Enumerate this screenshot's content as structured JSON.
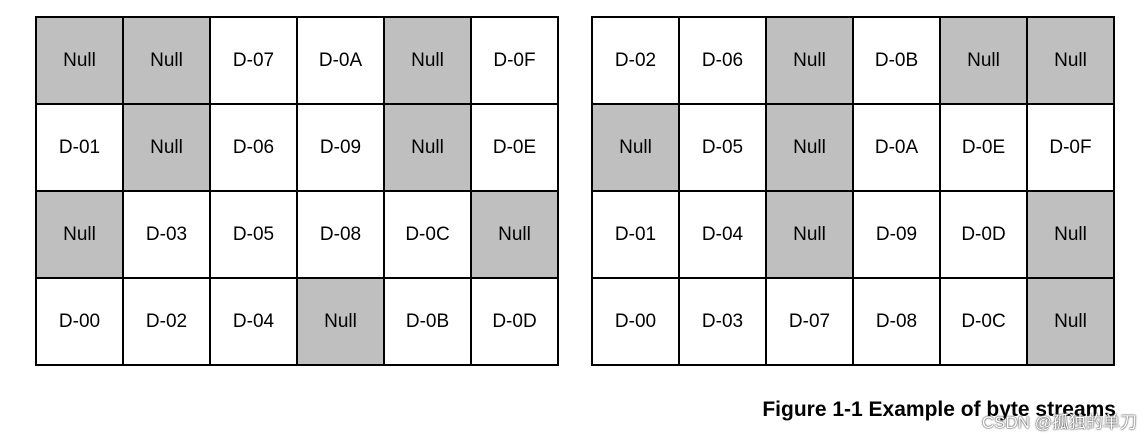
{
  "colors": {
    "null_cell": "#bfbfbf",
    "data_cell": "#ffffff",
    "border": "#000000"
  },
  "grids": [
    {
      "rows": [
        [
          "Null",
          "Null",
          "D-07",
          "D-0A",
          "Null",
          "D-0F"
        ],
        [
          "D-01",
          "Null",
          "D-06",
          "D-09",
          "Null",
          "D-0E"
        ],
        [
          "Null",
          "D-03",
          "D-05",
          "D-08",
          "D-0C",
          "Null"
        ],
        [
          "D-00",
          "D-02",
          "D-04",
          "Null",
          "D-0B",
          "D-0D"
        ]
      ]
    },
    {
      "rows": [
        [
          "D-02",
          "D-06",
          "Null",
          "D-0B",
          "Null",
          "Null"
        ],
        [
          "Null",
          "D-05",
          "Null",
          "D-0A",
          "D-0E",
          "D-0F"
        ],
        [
          "D-01",
          "D-04",
          "Null",
          "D-09",
          "D-0D",
          "Null"
        ],
        [
          "D-00",
          "D-03",
          "D-07",
          "D-08",
          "D-0C",
          "Null"
        ]
      ]
    }
  ],
  "caption": "Figure 1-1 Example of byte streams",
  "watermark": "CSDN @孤独的单刀"
}
